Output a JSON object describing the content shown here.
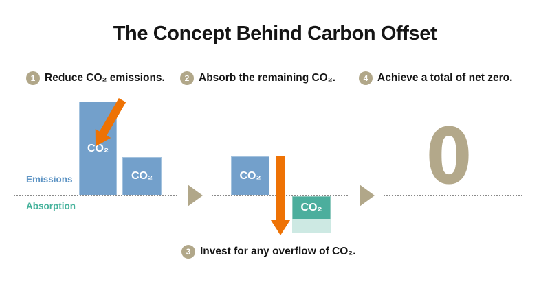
{
  "title": "The Concept Behind Carbon Offset",
  "steps": [
    {
      "number": "1",
      "label": "Reduce CO₂ emissions."
    },
    {
      "number": "2",
      "label": "Absorb the remaining CO₂."
    },
    {
      "number": "3",
      "label": "Invest for any overflow of CO₂."
    },
    {
      "number": "4",
      "label": "Achieve a total of net zero."
    }
  ],
  "axis_labels": {
    "above": "Emissions",
    "below": "Absorption"
  },
  "co2_label": "CO₂",
  "net_zero_value": "0",
  "icons": {
    "panel_separator": "triangle-right",
    "reduce_arrow": "arrow-down-right",
    "invest_arrow": "arrow-down"
  },
  "colors": {
    "emission_bar_blue": "#73a0cb",
    "absorption_bar_teal": "#4cae9d",
    "absorption_overflow_light_teal": "#cde9e3",
    "arrow_orange": "#ee7204",
    "badge_triangle_tan": "#b1a789",
    "net_zero_tan": "#b3a88a",
    "emissions_text": "#5e94c4",
    "absorption_text": "#45b29b",
    "dotted_line_gray": "#8a8a8a",
    "text_black": "#151515"
  }
}
